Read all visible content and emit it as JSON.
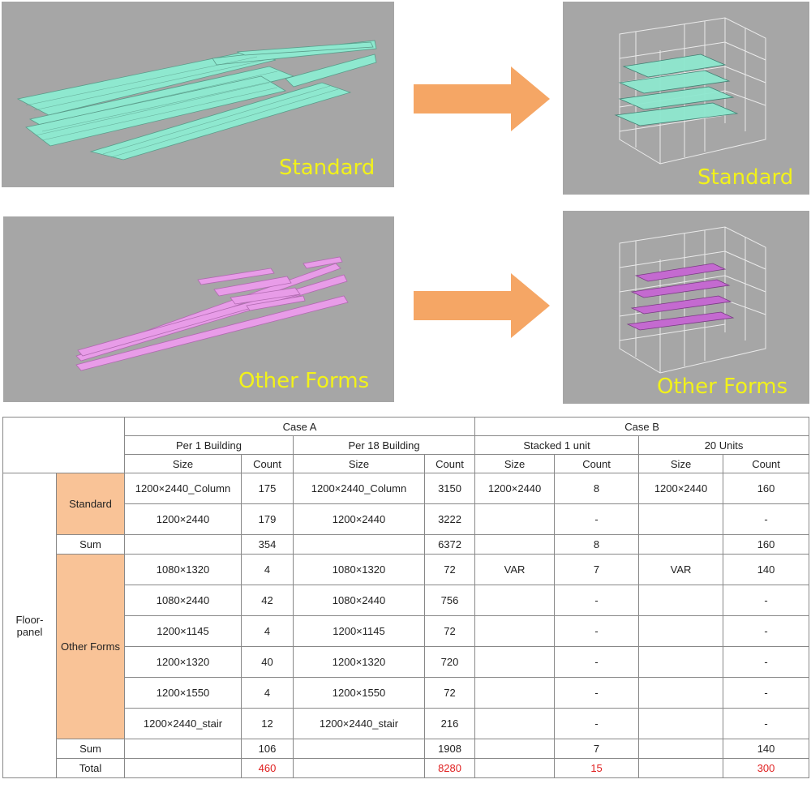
{
  "panels": {
    "top_left_caption": "Standard",
    "top_right_caption": "Standard",
    "bottom_left_caption": "Other Forms",
    "bottom_right_caption": "Other Forms"
  },
  "colors": {
    "panel_bg": "#a6a6a6",
    "standard_panel": "#8ee8cf",
    "other_panel": "#e89ce8",
    "arrow": "#f5a665",
    "caption": "#f2f21a",
    "highlight": "#f9c397",
    "total_red": "#e02020"
  },
  "table": {
    "case_a": "Case A",
    "case_b": "Case B",
    "per1": "Per 1  Building",
    "per18": "Per 18  Building",
    "stacked": "Stacked 1 unit",
    "units20": "20 Units",
    "size": "Size",
    "count": "Count",
    "floor_panel": "Floor-\npanel",
    "standard": "Standard",
    "other_forms": "Other Forms",
    "sum": "Sum",
    "total": "Total",
    "rows": [
      [
        "1200×2440_Column",
        "175",
        "1200×2440_Column",
        "3150",
        "1200×2440",
        "8",
        "1200×2440",
        "160"
      ],
      [
        "1200×2440",
        "179",
        "1200×2440",
        "3222",
        "",
        "-",
        "",
        "-"
      ],
      [
        "",
        "354",
        "",
        "6372",
        "",
        "8",
        "",
        "160"
      ],
      [
        "1080×1320",
        "4",
        "1080×1320",
        "72",
        "VAR",
        "7",
        "VAR",
        "140"
      ],
      [
        "1080×2440",
        "42",
        "1080×2440",
        "756",
        "",
        "-",
        "",
        "-"
      ],
      [
        "1200×1145",
        "4",
        "1200×1145",
        "72",
        "",
        "-",
        "",
        "-"
      ],
      [
        "1200×1320",
        "40",
        "1200×1320",
        "720",
        "",
        "-",
        "",
        "-"
      ],
      [
        "1200×1550",
        "4",
        "1200×1550",
        "72",
        "",
        "-",
        "",
        "-"
      ],
      [
        "1200×2440_stair",
        "12",
        "1200×2440_stair",
        "216",
        "",
        "-",
        "",
        "-"
      ],
      [
        "",
        "106",
        "",
        "1908",
        "",
        "7",
        "",
        "140"
      ],
      [
        "",
        "460",
        "",
        "8280",
        "",
        "15",
        "",
        "300"
      ]
    ]
  }
}
